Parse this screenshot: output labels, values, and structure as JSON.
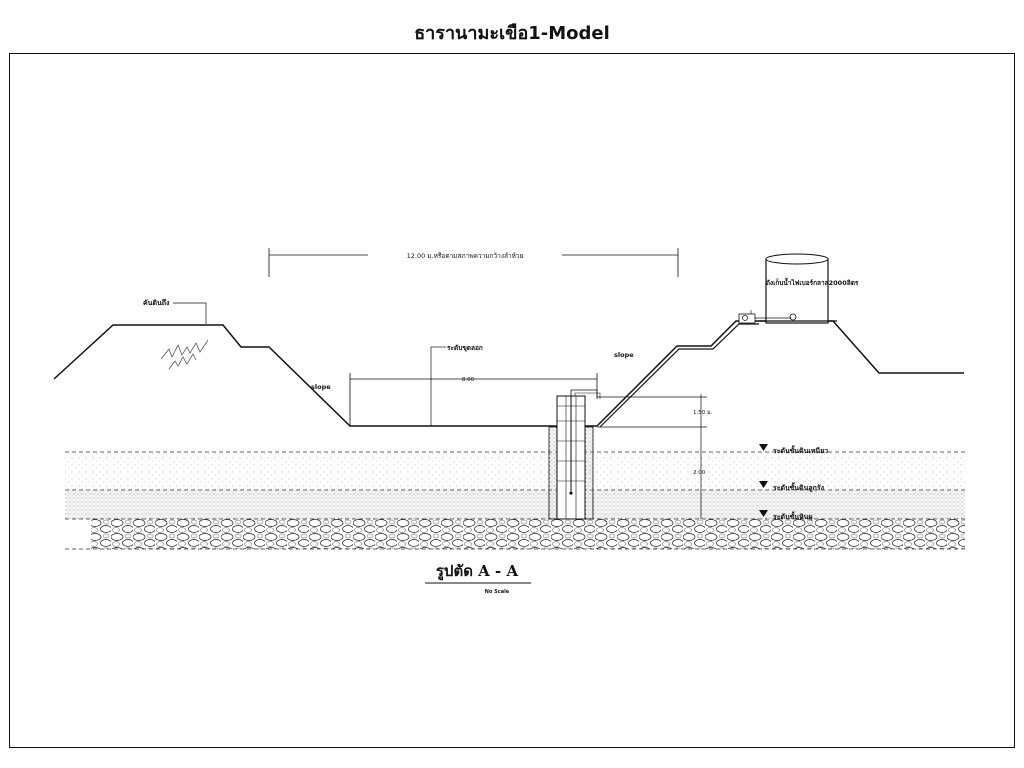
{
  "page": {
    "title": "ธารานามะเขือ1-Model"
  },
  "drawing": {
    "width_dimension": "12.00 ม.หรือตามสภาพความกว้างลำห้วย",
    "bank_label": "คันดินถึง",
    "slope_left": "slope",
    "slope_right": "slope",
    "water_level_label": "ระดับขุดลอก",
    "bottom_width": "8.00",
    "tank_label": "ถังเก็บน้ำไฟเบอร์กลาส2000ลิตร",
    "depth_upper": "1.50 ม.",
    "depth_lower": "2.00",
    "layer_clay": "ระดับชั้นดินเหนียว",
    "layer_sand": "ระดับชั้นดินลูกรัง",
    "layer_rock": "ระดับชั้นหินผุ",
    "section_title": "รูปตัด A - A",
    "section_subtitle": "No Scale"
  }
}
